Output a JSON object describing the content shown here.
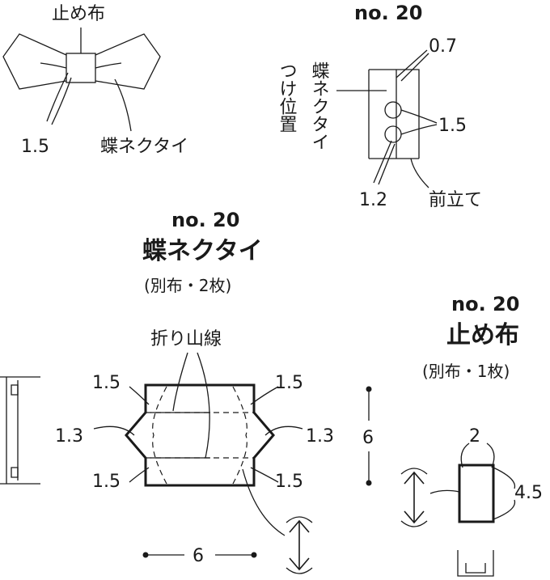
{
  "diagram": {
    "top_left": {
      "tomenuno_label": "止め布",
      "seam_label": "1.5",
      "bowtie_label": "蝶ネクタイ"
    },
    "top_right": {
      "number_title": "no. 20",
      "position_label_1": "蝶ネクタイ",
      "position_label_2": "つけ位置",
      "top_measure": "0.7",
      "spacing_measure": "1.5",
      "bottom_measure": "1.2",
      "placket_label": "前立て"
    },
    "bowtie_pattern": {
      "number_title": "no. 20",
      "title": "蝶ネクタイ",
      "subtitle": "(別布・2枚)",
      "fold_label": "折り山線",
      "seam_top_left": "1.5",
      "seam_top_right": "1.5",
      "seam_bottom_left": "1.5",
      "seam_bottom_right": "1.5",
      "side_left": "1.3",
      "side_right": "1.3",
      "height": "6",
      "width": "6"
    },
    "band_pattern": {
      "number_title": "no. 20",
      "title": "止め布",
      "subtitle": "(別布・1枚)",
      "width": "2",
      "height": "4.5"
    }
  }
}
